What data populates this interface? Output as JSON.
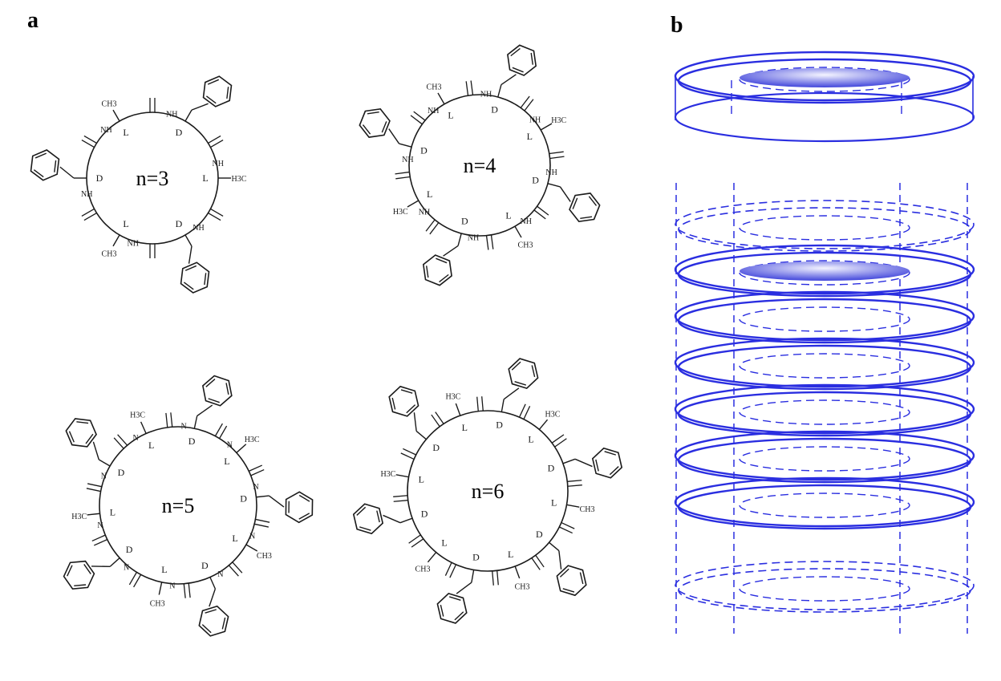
{
  "panels": {
    "a": {
      "label": "a",
      "molecules": [
        {
          "n_label": "n=3",
          "residues": [
            "D",
            "L",
            "D",
            "L",
            "D",
            "L"
          ],
          "nh_labels": [
            "NH",
            "NH",
            "NH",
            "NH",
            "NH",
            "NH"
          ],
          "ch3_labels": [
            "H3C",
            "CH3",
            "CH3"
          ]
        },
        {
          "n_label": "n=4",
          "residues": [
            "D",
            "L",
            "D",
            "L",
            "D",
            "L",
            "D",
            "L"
          ],
          "nh_labels": [
            "NH",
            "NH",
            "NH",
            "NH",
            "NH",
            "NH",
            "NH",
            "NH"
          ],
          "ch3_labels": [
            "H3C",
            "CH3",
            "H3C",
            "CH3"
          ]
        },
        {
          "n_label": "n=5",
          "residues": [
            "D",
            "L",
            "D",
            "L",
            "D",
            "L",
            "D",
            "L",
            "D",
            "L"
          ],
          "nh_labels": [
            "N",
            "N",
            "N",
            "N",
            "N",
            "N",
            "N",
            "N",
            "N",
            "N"
          ],
          "ch3_labels": [
            "H3C",
            "CH3",
            "CH3",
            "H3C",
            "H3C"
          ]
        },
        {
          "n_label": "n=6",
          "residues": [
            "D",
            "L",
            "D",
            "L",
            "D",
            "L",
            "D",
            "L",
            "D",
            "L",
            "D",
            "L"
          ],
          "nh_labels": [],
          "ch3_labels": [
            "H3C",
            "CH3",
            "CH3",
            "CH3",
            "H3C",
            "H3C"
          ]
        }
      ]
    },
    "b": {
      "label": "b",
      "stroke_color": "#2a2ee0",
      "disk_color_center": "#f4f4ff",
      "disk_color_edge": "#3338d8",
      "separate_rings": 1,
      "stacked_rings": 6
    }
  }
}
